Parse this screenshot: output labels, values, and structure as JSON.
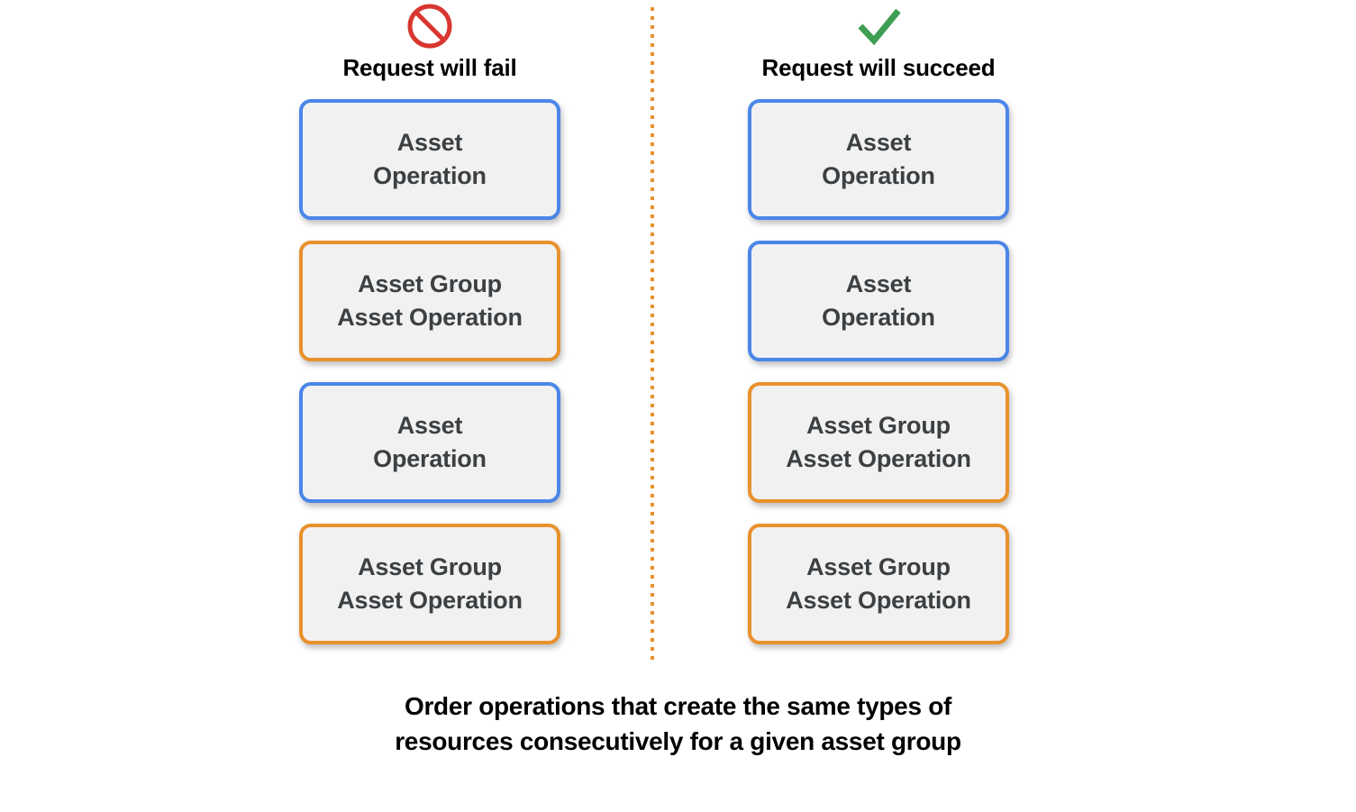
{
  "colors": {
    "blue_border": "#4a86e8",
    "orange_border": "#e8912d",
    "box_fill": "#f1f1f1",
    "text": "#3c4043",
    "fail_icon": "#d8362f",
    "succeed_icon": "#3e9e52",
    "divider": "#e8912d",
    "background": "#ffffff"
  },
  "columns": [
    {
      "id": "fail",
      "icon": "prohibited-icon",
      "title": "Request will fail",
      "boxes": [
        {
          "label": "Asset\nOperation",
          "type": "asset",
          "border": "blue"
        },
        {
          "label": "Asset Group\nAsset Operation",
          "type": "asset-group",
          "border": "orange"
        },
        {
          "label": "Asset\nOperation",
          "type": "asset",
          "border": "blue"
        },
        {
          "label": "Asset Group\nAsset Operation",
          "type": "asset-group",
          "border": "orange"
        }
      ]
    },
    {
      "id": "succeed",
      "icon": "checkmark-icon",
      "title": "Request will succeed",
      "boxes": [
        {
          "label": "Asset\nOperation",
          "type": "asset",
          "border": "blue"
        },
        {
          "label": "Asset\nOperation",
          "type": "asset",
          "border": "blue"
        },
        {
          "label": "Asset Group\nAsset Operation",
          "type": "asset-group",
          "border": "orange"
        },
        {
          "label": "Asset Group\nAsset Operation",
          "type": "asset-group",
          "border": "orange"
        }
      ]
    }
  ],
  "caption": "Order operations that create the same types of\nresources consecutively for a given asset group"
}
